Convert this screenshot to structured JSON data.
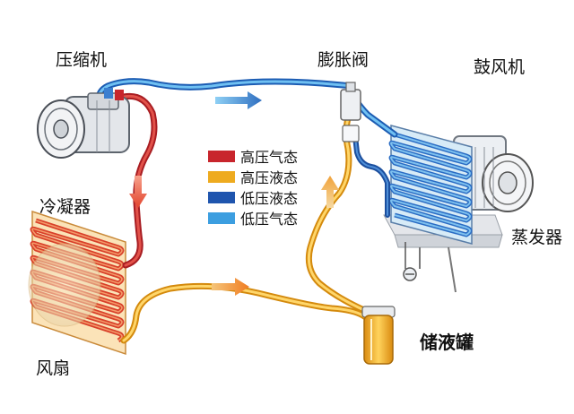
{
  "labels": {
    "compressor": "压缩机",
    "expansion_valve": "膨胀阀",
    "blower": "鼓风机",
    "condenser": "冷凝器",
    "evaporator": "蒸发器",
    "receiver_drier": "储液罐",
    "fan": "风扇"
  },
  "legend": [
    {
      "label": "高压气态",
      "color": "#c8252c"
    },
    {
      "label": "高压液态",
      "color": "#eeab1f"
    },
    {
      "label": "低压液态",
      "color": "#1f55ae"
    },
    {
      "label": "低压气态",
      "color": "#3c9ee0"
    }
  ],
  "colors": {
    "high_pressure_gas": "#c8252c",
    "high_pressure_liquid": "#eeab1f",
    "low_pressure_liquid": "#1f55ae",
    "low_pressure_gas": "#3c9ee0",
    "flow_arrow": "#f26b3a"
  }
}
